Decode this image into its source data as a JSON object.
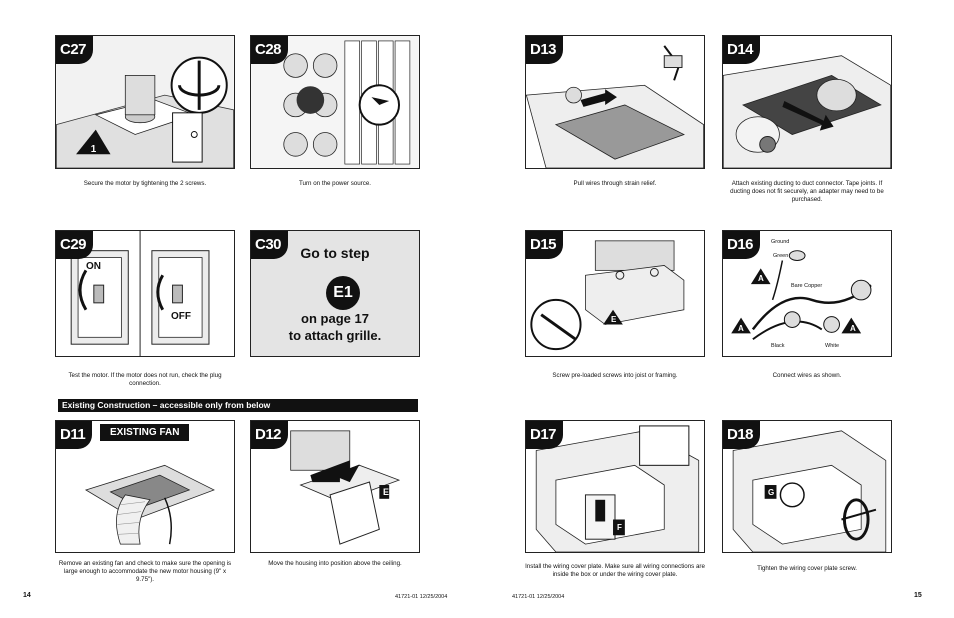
{
  "left_page": {
    "page_number": "14",
    "footer": "41721-01  12/25/2004",
    "steps": {
      "c27": {
        "label": "C27",
        "caption": "Secure the motor by tightening the 2 screws."
      },
      "c28": {
        "label": "C28",
        "caption": "Turn on the power source."
      },
      "c29": {
        "label": "C29",
        "caption": "Test the motor. If the motor does not run, check the plug connection.",
        "on_label": "ON",
        "off_label": "OFF"
      },
      "c30": {
        "label": "C30",
        "line1": "Go to step",
        "step_ref": "E1",
        "line2": "on page 17",
        "line3": "to attach grille."
      },
      "d11": {
        "label": "D11",
        "tag": "EXISTING FAN",
        "caption": "Remove an existing fan and check to make sure the opening is large enough to accommodate the new motor housing (9\" x 9.75\")."
      },
      "d12": {
        "label": "D12",
        "caption": "Move the housing into position above the ceiling.",
        "callout": "E"
      }
    },
    "section_bar": "Existing Construction – accessible only from below"
  },
  "right_page": {
    "page_number": "15",
    "footer": "41721-01  12/25/2004",
    "steps": {
      "d13": {
        "label": "D13",
        "caption": "Pull wires through strain relief."
      },
      "d14": {
        "label": "D14",
        "caption": "Attach existing ducting to duct connector. Tape joints. If ducting does not fit securely, an adapter may need to be purchased."
      },
      "d15": {
        "label": "D15",
        "caption": "Screw pre-loaded screws into joist or framing.",
        "callout": "E"
      },
      "d16": {
        "label": "D16",
        "caption": "Connect wires as shown.",
        "ground": "Ground",
        "green": "Green",
        "bare_copper": "Bare Copper",
        "black": "Black",
        "white": "White",
        "callout": "A"
      },
      "d17": {
        "label": "D17",
        "caption": "Install the wiring cover plate. Make sure all wiring connections are inside the box or under the wiring cover plate.",
        "callout": "F"
      },
      "d18": {
        "label": "D18",
        "caption": "Tighten the wiring cover plate screw.",
        "callout": "G"
      }
    }
  }
}
